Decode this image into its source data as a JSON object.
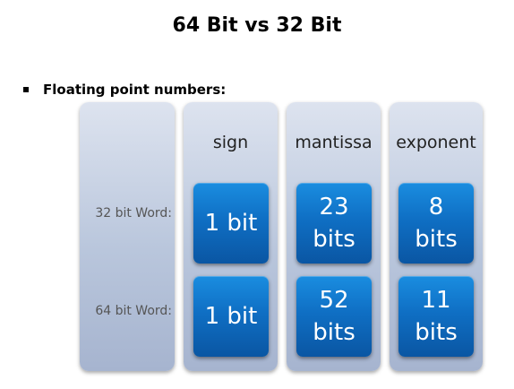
{
  "title": "64 Bit vs 32 Bit",
  "bullet": "Floating point numbers:",
  "headers": {
    "sign": "sign",
    "mantissa": "mantissa",
    "exponent": "exponent"
  },
  "rows": {
    "row32": {
      "label": "32 bit Word:",
      "sign": "1 bit",
      "mantissa": "23\nbits",
      "exponent": "8\nbits"
    },
    "row64": {
      "label": "64 bit Word:",
      "sign": "1 bit",
      "mantissa": "52\nbits",
      "exponent": "11\nbits"
    }
  },
  "colors": {
    "box_blue": "#0f6fc4",
    "column_blue_gray": "#b9c6dc"
  }
}
